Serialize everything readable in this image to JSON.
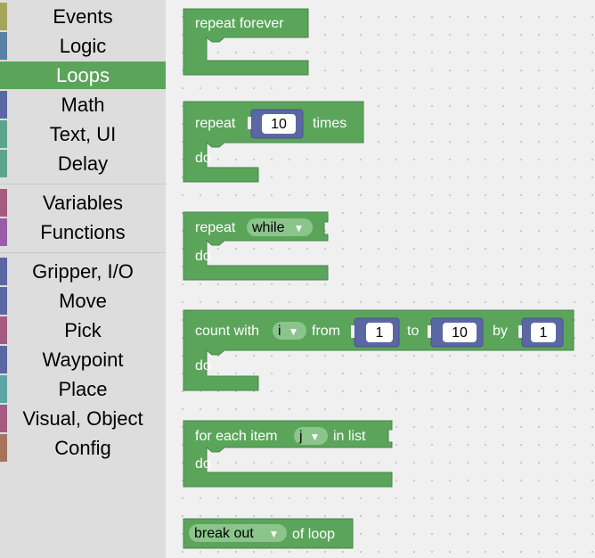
{
  "toolbox": {
    "items": [
      {
        "label": "Events",
        "color": "#a5a55b"
      },
      {
        "label": "Logic",
        "color": "#5b80a5"
      },
      {
        "label": "Loops",
        "color": "#5ba55b"
      },
      {
        "label": "Math",
        "color": "#5b67a5"
      },
      {
        "label": "Text, UI",
        "color": "#5ba58c"
      },
      {
        "label": "Delay",
        "color": "#5ba58c"
      },
      {
        "label": "Variables",
        "color": "#a55b80"
      },
      {
        "label": "Functions",
        "color": "#9a5ca6"
      },
      {
        "label": "Gripper, I/O",
        "color": "#5b67a5"
      },
      {
        "label": "Move",
        "color": "#5b67a5"
      },
      {
        "label": "Pick",
        "color": "#a55b80"
      },
      {
        "label": "Waypoint",
        "color": "#5b67a5"
      },
      {
        "label": "Place",
        "color": "#5ba5a5"
      },
      {
        "label": "Visual, Object",
        "color": "#a55b80"
      },
      {
        "label": "Config",
        "color": "#a5745b"
      }
    ],
    "selected": "Loops"
  },
  "colors": {
    "loop_block": "#5ba55b",
    "loop_block_dark": "#498449",
    "math_block": "#5b67a5",
    "field_bg": "#ffffff",
    "dropdown_bg": "#8bc58b"
  },
  "blocks": {
    "repeat_forever": {
      "label": "repeat forever"
    },
    "repeat_times": {
      "label": "repeat",
      "count": "10",
      "suffix": "times",
      "do": "do"
    },
    "repeat_while": {
      "label": "repeat",
      "mode": "while",
      "do": "do"
    },
    "count_with": {
      "label": "count with",
      "var": "i",
      "from_label": "from",
      "from": "1",
      "to_label": "to",
      "to": "10",
      "by_label": "by",
      "by": "1",
      "do": "do"
    },
    "for_each": {
      "label": "for each item",
      "var": "j",
      "list_label": "in list",
      "do": "do"
    },
    "break_out": {
      "mode": "break out",
      "suffix": "of loop"
    }
  }
}
